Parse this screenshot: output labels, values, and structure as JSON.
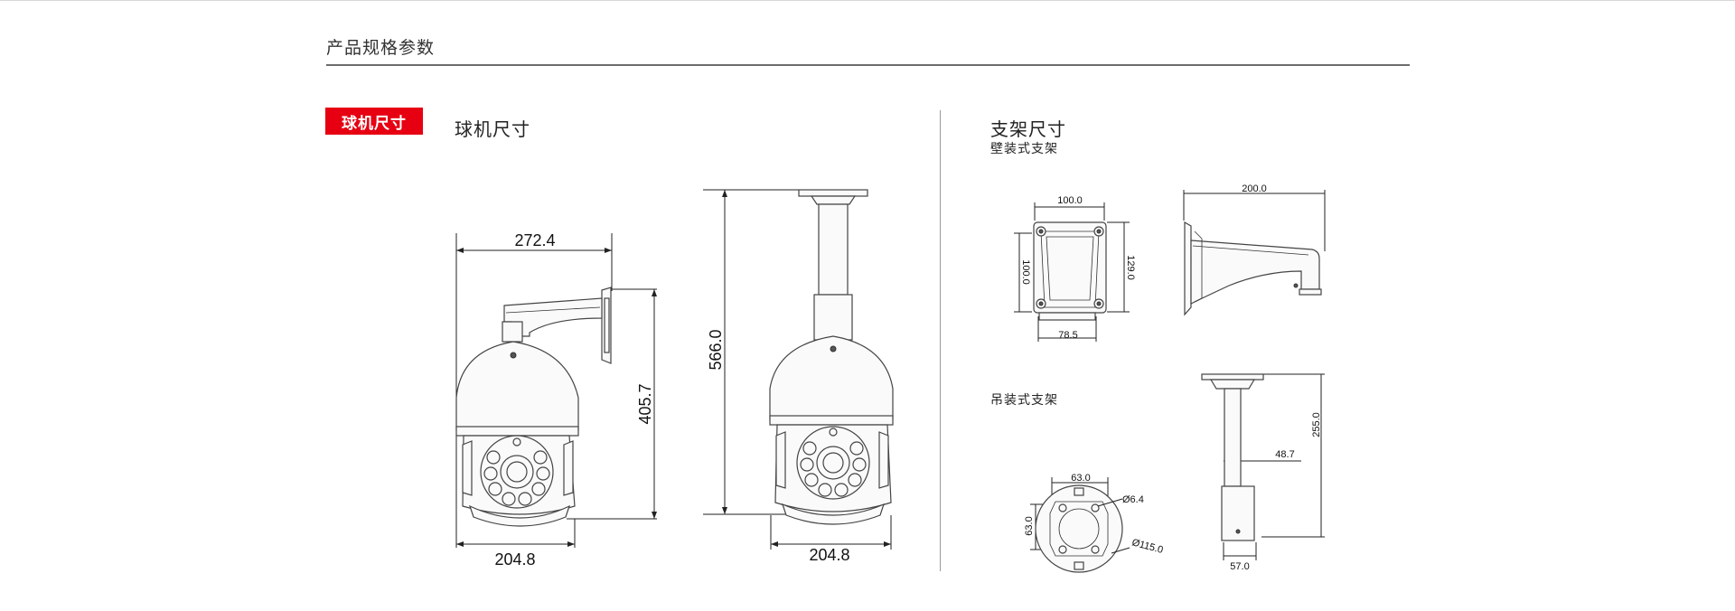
{
  "section": {
    "title": "产品规格参数"
  },
  "tag": {
    "label": "球机尺寸"
  },
  "dome": {
    "heading": "球机尺寸",
    "wall_mount": {
      "width_top": "272.4",
      "height": "405.7",
      "width_bottom": "204.8"
    },
    "pendant_mount": {
      "height": "566.0",
      "width_bottom": "204.8"
    }
  },
  "bracket": {
    "heading": "支架尺寸",
    "wall": {
      "heading": "壁装式支架",
      "front": {
        "top": "100.0",
        "left": "100.0",
        "right": "129.0",
        "bottom": "78.5"
      },
      "side": {
        "top": "200.0"
      }
    },
    "pendant": {
      "heading": "吊装式支架",
      "flange": {
        "top": "63.0",
        "left": "63.0",
        "hole": "Ø6.4",
        "outer": "Ø115.0"
      },
      "side": {
        "height": "255.0",
        "offset": "48.7",
        "bottom": "57.0"
      }
    }
  }
}
